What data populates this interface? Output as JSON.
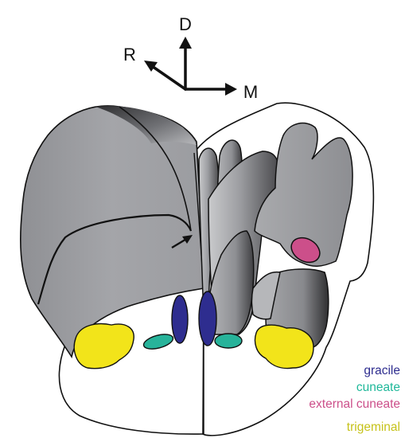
{
  "orientation": {
    "up_label": "D",
    "left_label": "R",
    "right_label": "M"
  },
  "legend": [
    {
      "label": "gracile",
      "color": "#2e2d8f"
    },
    {
      "label": "cuneate",
      "color": "#1fb89a"
    },
    {
      "label": "external cuneate",
      "color": "#cc4f8a"
    },
    {
      "label": "trigeminal",
      "color": "#c6c21a"
    }
  ],
  "colors": {
    "tissue_dark": "#3a3a3c",
    "tissue_mid": "#9a9b9f",
    "tissue_light": "#c4c5c8",
    "outline": "#111111",
    "gracile": "#2e2d8f",
    "cuneate": "#27b39a",
    "external_cuneate": "#cc4f8a",
    "trigeminal": "#f2e41a"
  }
}
